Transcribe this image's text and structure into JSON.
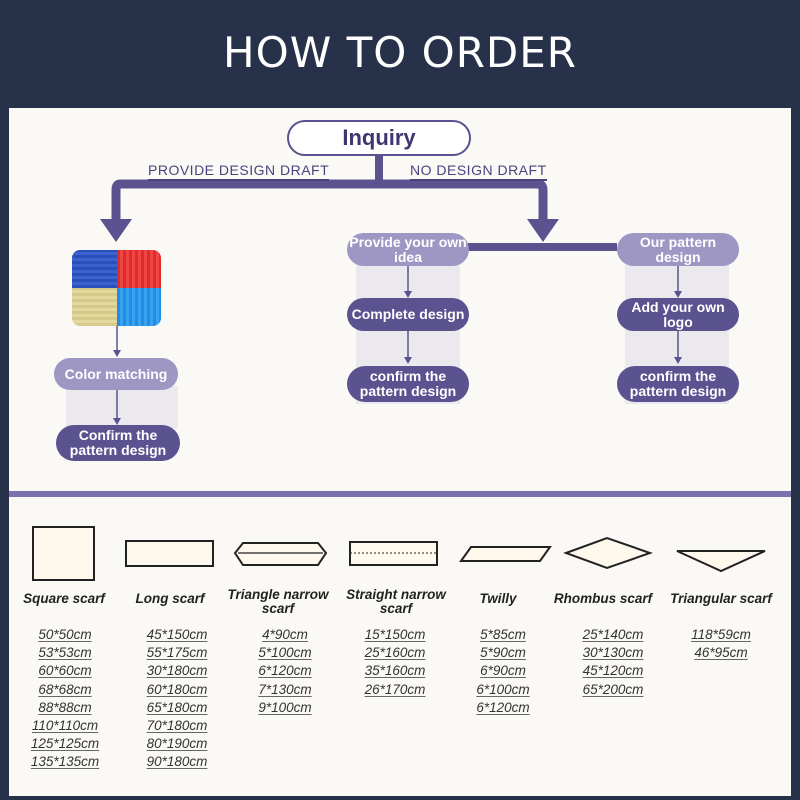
{
  "header": {
    "title": "HOW TO ORDER"
  },
  "flow": {
    "start": "Inquiry",
    "left_branch_label": "PROVIDE DESIGN DRAFT",
    "right_branch_label": "NO DESIGN DRAFT",
    "left_steps": [
      "Color matching",
      "Confirm the pattern design"
    ],
    "middle_steps": [
      "Provide your own idea",
      "Complete design",
      "confirm the pattern design"
    ],
    "right_steps": [
      "Our pattern design",
      "Add your own logo",
      "confirm the pattern design"
    ]
  },
  "shapes": [
    {
      "name": "Square scarf",
      "sizes": [
        "50*50cm",
        "53*53cm",
        "60*60cm",
        "68*68cm",
        "88*88cm",
        "110*110cm",
        "125*125cm",
        "135*135cm"
      ]
    },
    {
      "name": "Long scarf",
      "sizes": [
        "45*150cm",
        "55*175cm",
        "30*180cm",
        "60*180cm",
        "65*180cm",
        "70*180cm",
        "80*190cm",
        "90*180cm"
      ]
    },
    {
      "name": "Triangle narrow scarf",
      "sizes": [
        "4*90cm",
        "5*100cm",
        "6*120cm",
        "7*130cm",
        "9*100cm"
      ]
    },
    {
      "name": "Straight narrow scarf",
      "sizes": [
        "15*150cm",
        "25*160cm",
        "35*160cm",
        "26*170cm"
      ]
    },
    {
      "name": "Twilly",
      "sizes": [
        "5*85cm",
        "5*90cm",
        "6*90cm",
        "6*100cm",
        "6*120cm"
      ]
    },
    {
      "name": "Rhombus scarf",
      "sizes": [
        "25*140cm",
        "30*130cm",
        "45*120cm",
        "65*200cm"
      ]
    },
    {
      "name": "Triangular scarf",
      "sizes": [
        "118*59cm",
        "46*95cm"
      ]
    }
  ],
  "colors": {
    "header_bg": "#27324a",
    "pill_light": "#9e97c4",
    "pill_dark": "#5b5290",
    "connector": "#5b5290",
    "mosaic": [
      "#2a4fb8",
      "#e02b2b",
      "#d6c98a",
      "#1f8ee6"
    ]
  }
}
